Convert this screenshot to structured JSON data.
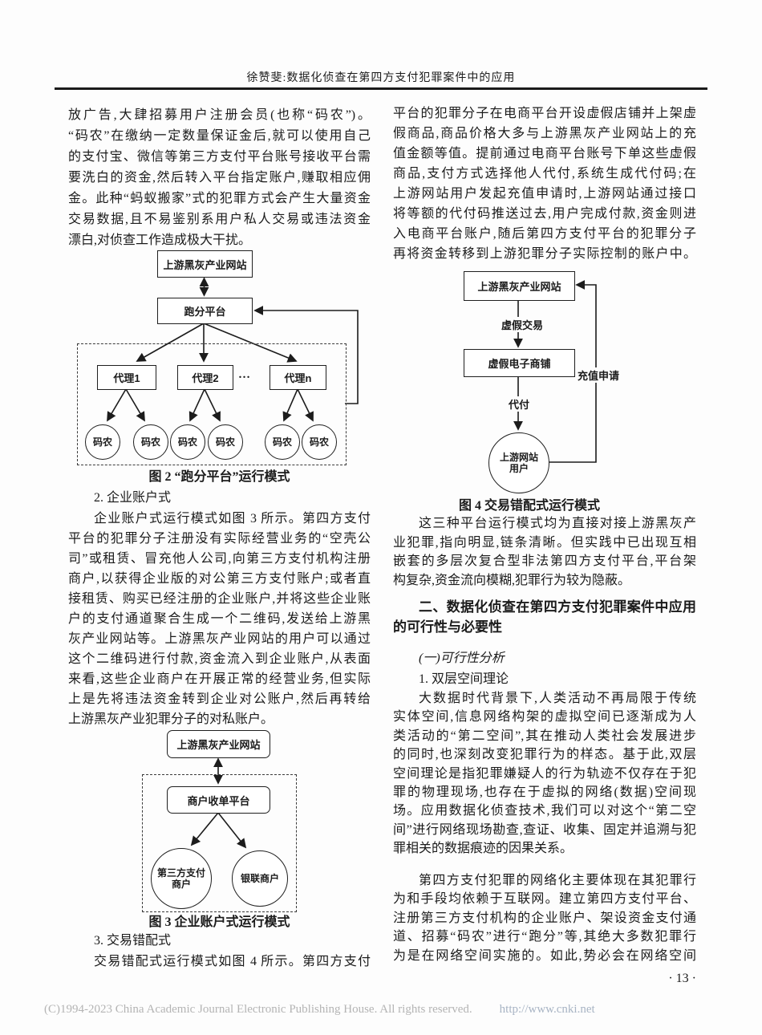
{
  "header": {
    "running_title": "徐赞斐:数据化侦查在第四方支付犯罪案件中的应用"
  },
  "left_column": {
    "para1_lines": [
      "放广告,大肆招募用户注册会员(也称“码农”)。",
      "“码农”在缴纳一定数量保证金后,就可以使用自己",
      "的支付宝、微信等第三方支付平台账号接收平台需",
      "要洗白的资金,然后转入平台指定账户,赚取相应佣",
      "金。此种“蚂蚁搬家”式的犯罪方式会产生大量资金",
      "交易数据,且不易鉴别系用户私人交易或违法资金",
      "漂白,对侦查工作造成极大干扰。"
    ],
    "figure2": {
      "top_node": "上游黑灰产业网站",
      "platform_node": "跑分平台",
      "agent1": "代理1",
      "agent2": "代理2",
      "dots": "…",
      "agent_n": "代理n",
      "worker": "码农",
      "caption": "图 2  “跑分平台”运行模式"
    },
    "h2_lines": [
      "2. 企业账户式"
    ],
    "para2_lines": [
      "企业账户式运行模式如图 3 所示。第四方支付",
      "平台的犯罪分子注册没有实际经营业务的“空壳公",
      "司”或租赁、冒充他人公司,向第三方支付机构注册",
      "商户,以获得企业版的对公第三方支付账户;或者直",
      "接租赁、购买已经注册的企业账户,并将这些企业账",
      "户的支付通道聚合生成一个二维码,发送给上游黑",
      "灰产业网站等。上游黑灰产业网站的用户可以通过",
      "这个二维码进行付款,资金流入到企业账户,从表面",
      "来看,这些企业商户在开展正常的经营业务,但实际",
      "上是先将违法资金转到企业对公账户,然后再转给",
      "上游黑灰产业犯罪分子的对私账户。"
    ],
    "figure3": {
      "top_node": "上游黑灰产业网站",
      "platform_node": "商户收单平台",
      "circle1_line1": "第三方支付",
      "circle1_line2": "商户",
      "circle2": "银联商户",
      "caption": "图 3  企业账户式运行模式"
    },
    "h3_lines": [
      "3. 交易错配式"
    ],
    "para3_lines": [
      "交易错配式运行模式如图 4 所示。第四方支付"
    ]
  },
  "right_column": {
    "para1_lines": [
      "平台的犯罪分子在电商平台开设虚假店铺并上架虚",
      "假商品,商品价格大多与上游黑灰产业网站上的充",
      "值金额等值。提前通过电商平台账号下单这些虚假",
      "商品,支付方式选择他人代付,系统生成代付码;在",
      "上游网站用户发起充值申请时,上游网站通过接口",
      "将等额的代付码推送过去,用户完成付款,资金则进",
      "入电商平台账户,随后第四方支付平台的犯罪分子",
      "再将资金转移到上游犯罪分子实际控制的账户中。"
    ],
    "figure4": {
      "top_node": "上游黑灰产业网站",
      "label_fake_trade": "虚假交易",
      "shop_node": "虚假电子商铺",
      "label_pay": "代付",
      "circle_line1": "上游网站",
      "circle_line2": "用户",
      "label_recharge": "充值申请",
      "caption": "图 4  交易错配式运行模式"
    },
    "para2_lines": [
      "这三种平台运行模式均为直接对接上游黑灰产",
      "业犯罪,指向明显,链条清晰。但实践中已出现互相",
      "嵌套的多层次复合型非法第四方支付平台,平台架",
      "构复杂,资金流向模糊,犯罪行为较为隐蔽。"
    ],
    "heading_lines": [
      "二、数据化侦查在第四方支付犯罪案件中应用",
      "的可行性与必要性"
    ],
    "sub1_lines": [
      "(一)可行性分析"
    ],
    "sub2_lines": [
      "1. 双层空间理论"
    ],
    "para3_lines": [
      "大数据时代背景下,人类活动不再局限于传统",
      "实体空间,信息网络构架的虚拟空间已逐渐成为人",
      "类活动的“第二空间”,其在推动人类社会发展进步",
      "的同时,也深刻改变犯罪行为的样态。基于此,双层",
      "空间理论是指犯罪嫌疑人的行为轨迹不仅存在于犯",
      "罪的物理现场,也存在于虚拟的网络(数据)空间现",
      "场。应用数据化侦查技术,我们可以对这个“第二空",
      "间”进行网络现场勘查,查证、收集、固定并追溯与犯",
      "罪相关的数据痕迹的因果关系。"
    ],
    "para4_lines": [
      "第四方支付犯罪的网络化主要体现在其犯罪行",
      "为和手段均依赖于互联网。建立第四方支付平台、",
      "注册第三方支付机构的企业账户、架设资金支付通",
      "道、招募“码农”进行“跑分”等,其绝大多数犯罪行",
      "为是在网络空间实施的。如此,势必会在网络空间"
    ],
    "page_number": "· 13 ·"
  },
  "footer": {
    "copyright": "(C)1994-2023 China Academic Journal Electronic Publishing House. All rights reserved.",
    "url": "http://www.cnki.net"
  }
}
